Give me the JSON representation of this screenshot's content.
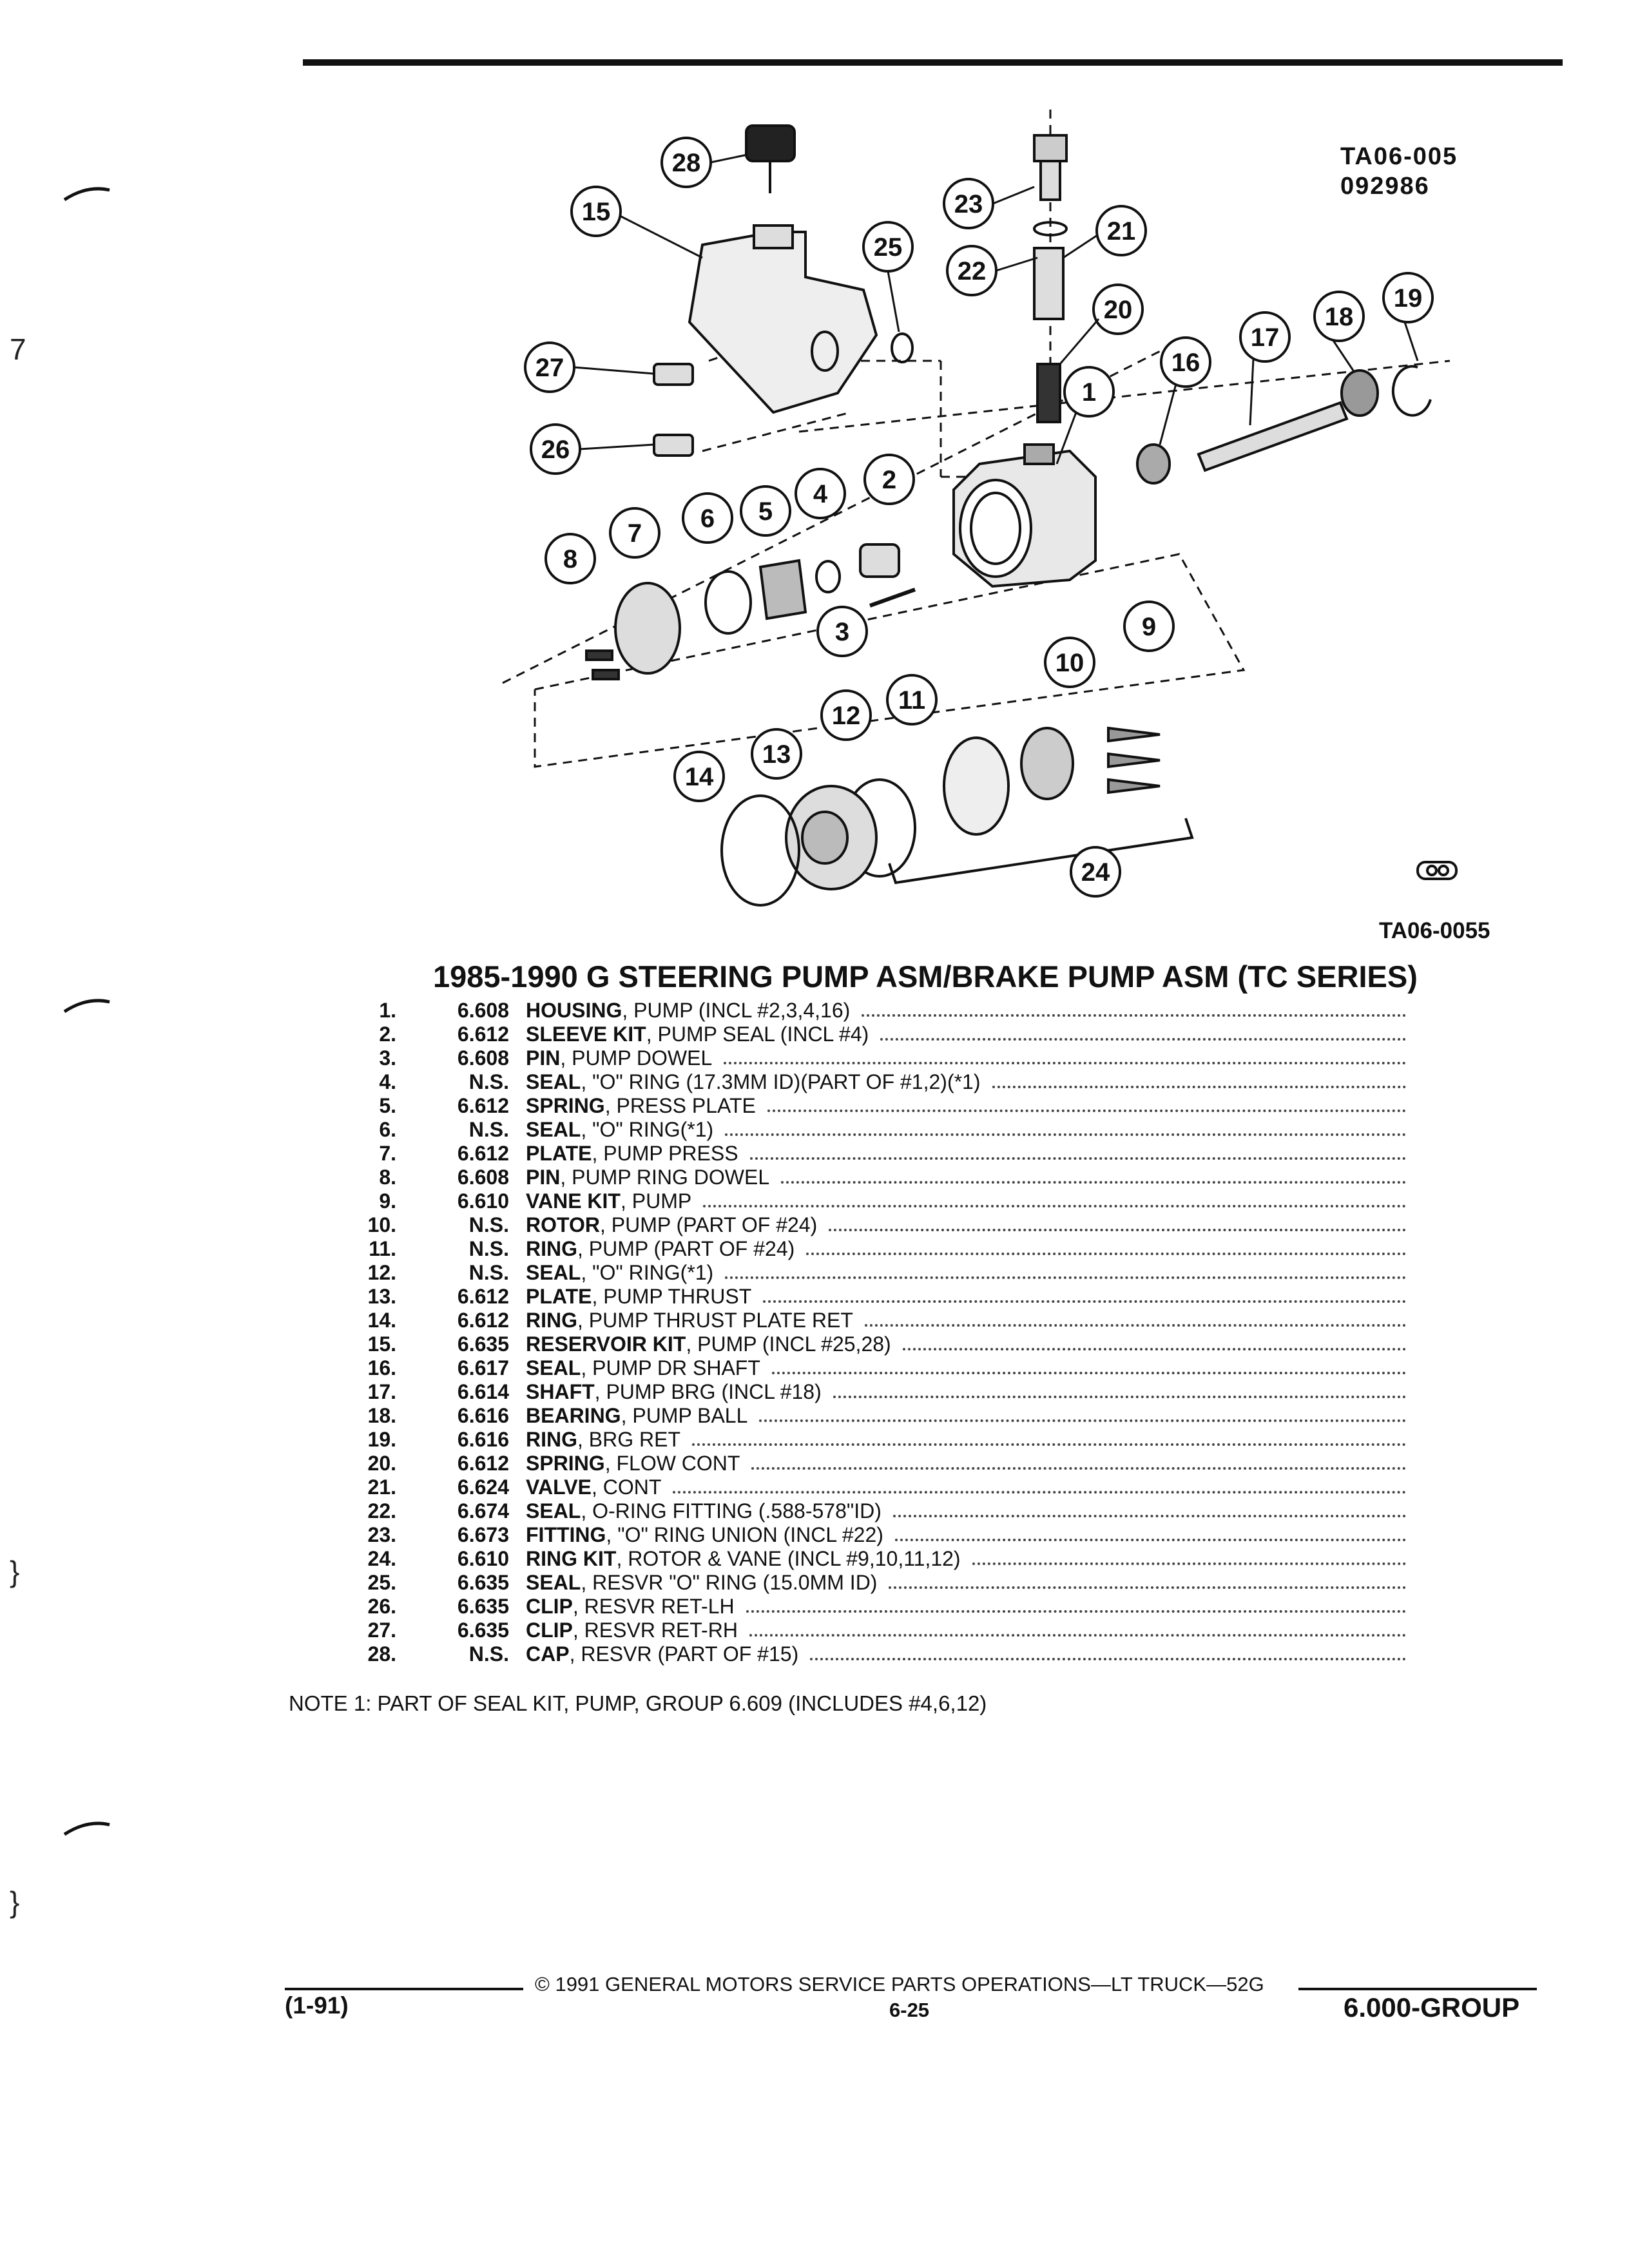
{
  "ref_codes": [
    "TA06-005",
    "092986"
  ],
  "figure_label": "TA06-0055",
  "title": "1985-1990 G STEERING PUMP ASM/BRAKE PUMP ASM (TC SERIES)",
  "callouts": [
    "1",
    "2",
    "3",
    "4",
    "5",
    "6",
    "7",
    "8",
    "9",
    "10",
    "11",
    "12",
    "13",
    "14",
    "15",
    "16",
    "17",
    "18",
    "19",
    "20",
    "21",
    "22",
    "23",
    "24",
    "25",
    "26",
    "27",
    "28"
  ],
  "parts": [
    {
      "num": "1.",
      "group": "6.608",
      "name": "HOUSING",
      "detail": ", PUMP (INCL #2,3,4,16)"
    },
    {
      "num": "2.",
      "group": "6.612",
      "name": "SLEEVE KIT",
      "detail": ", PUMP SEAL (INCL #4)"
    },
    {
      "num": "3.",
      "group": "6.608",
      "name": "PIN",
      "detail": ", PUMP DOWEL"
    },
    {
      "num": "4.",
      "group": "N.S.",
      "name": "SEAL",
      "detail": ", \"O\" RING (17.3MM ID)(PART OF #1,2)(*1)"
    },
    {
      "num": "5.",
      "group": "6.612",
      "name": "SPRING",
      "detail": ", PRESS PLATE"
    },
    {
      "num": "6.",
      "group": "N.S.",
      "name": "SEAL",
      "detail": ", \"O\" RING(*1)"
    },
    {
      "num": "7.",
      "group": "6.612",
      "name": "PLATE",
      "detail": ", PUMP PRESS"
    },
    {
      "num": "8.",
      "group": "6.608",
      "name": "PIN",
      "detail": ", PUMP RING DOWEL"
    },
    {
      "num": "9.",
      "group": "6.610",
      "name": "VANE KIT",
      "detail": ", PUMP"
    },
    {
      "num": "10.",
      "group": "N.S.",
      "name": "ROTOR",
      "detail": ", PUMP (PART OF #24)"
    },
    {
      "num": "11.",
      "group": "N.S.",
      "name": "RING",
      "detail": ", PUMP (PART OF #24)"
    },
    {
      "num": "12.",
      "group": "N.S.",
      "name": "SEAL",
      "detail": ", \"O\" RING(*1)"
    },
    {
      "num": "13.",
      "group": "6.612",
      "name": "PLATE",
      "detail": ", PUMP THRUST"
    },
    {
      "num": "14.",
      "group": "6.612",
      "name": "RING",
      "detail": ", PUMP THRUST PLATE RET"
    },
    {
      "num": "15.",
      "group": "6.635",
      "name": "RESERVOIR KIT",
      "detail": ", PUMP (INCL #25,28)"
    },
    {
      "num": "16.",
      "group": "6.617",
      "name": "SEAL",
      "detail": ", PUMP DR SHAFT"
    },
    {
      "num": "17.",
      "group": "6.614",
      "name": "SHAFT",
      "detail": ", PUMP BRG (INCL #18)"
    },
    {
      "num": "18.",
      "group": "6.616",
      "name": "BEARING",
      "detail": ", PUMP BALL"
    },
    {
      "num": "19.",
      "group": "6.616",
      "name": "RING",
      "detail": ", BRG RET"
    },
    {
      "num": "20.",
      "group": "6.612",
      "name": "SPRING",
      "detail": ", FLOW CONT"
    },
    {
      "num": "21.",
      "group": "6.624",
      "name": "VALVE",
      "detail": ", CONT"
    },
    {
      "num": "22.",
      "group": "6.674",
      "name": "SEAL",
      "detail": ", O-RING FITTING (.588-578\"ID)"
    },
    {
      "num": "23.",
      "group": "6.673",
      "name": "FITTING",
      "detail": ", \"O\" RING UNION (INCL #22)"
    },
    {
      "num": "24.",
      "group": "6.610",
      "name": "RING KIT",
      "detail": ", ROTOR & VANE (INCL #9,10,11,12)"
    },
    {
      "num": "25.",
      "group": "6.635",
      "name": "SEAL",
      "detail": ", RESVR \"O\" RING (15.0MM ID)"
    },
    {
      "num": "26.",
      "group": "6.635",
      "name": "CLIP",
      "detail": ", RESVR RET-LH"
    },
    {
      "num": "27.",
      "group": "6.635",
      "name": "CLIP",
      "detail": ", RESVR RET-RH"
    },
    {
      "num": "28.",
      "group": "N.S.",
      "name": "CAP",
      "detail": ", RESVR (PART OF #15)"
    }
  ],
  "note": "NOTE  1:  PART OF SEAL KIT, PUMP, GROUP 6.609 (INCLUDES #4,6,12)",
  "footer": {
    "date": "(1-91)",
    "copyright": "© 1991  GENERAL MOTORS SERVICE PARTS OPERATIONS—LT TRUCK—52G",
    "page": "6-25",
    "group": "6.000-GROUP"
  },
  "margin_marks": [
    "7",
    "}",
    "}"
  ]
}
